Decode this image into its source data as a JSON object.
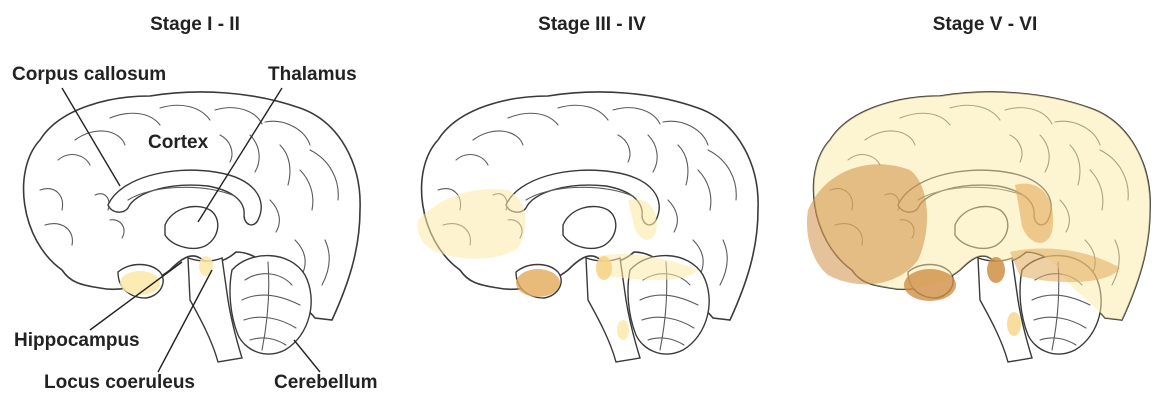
{
  "stages": [
    {
      "title": "Stage I - II"
    },
    {
      "title": "Stage III - IV"
    },
    {
      "title": "Stage V - VI"
    }
  ],
  "labels": {
    "corpus_callosum": "Corpus callosum",
    "thalamus": "Thalamus",
    "cortex": "Cortex",
    "hippocampus": "Hippocampus",
    "locus_coeruleus": "Locus coeruleus",
    "cerebellum": "Cerebellum"
  },
  "colors": {
    "light_yellow": "#fbe9a6",
    "mid_yellow": "#f6d486",
    "orange_tan": "#e2aa5a",
    "brown": "#cf8f45"
  }
}
